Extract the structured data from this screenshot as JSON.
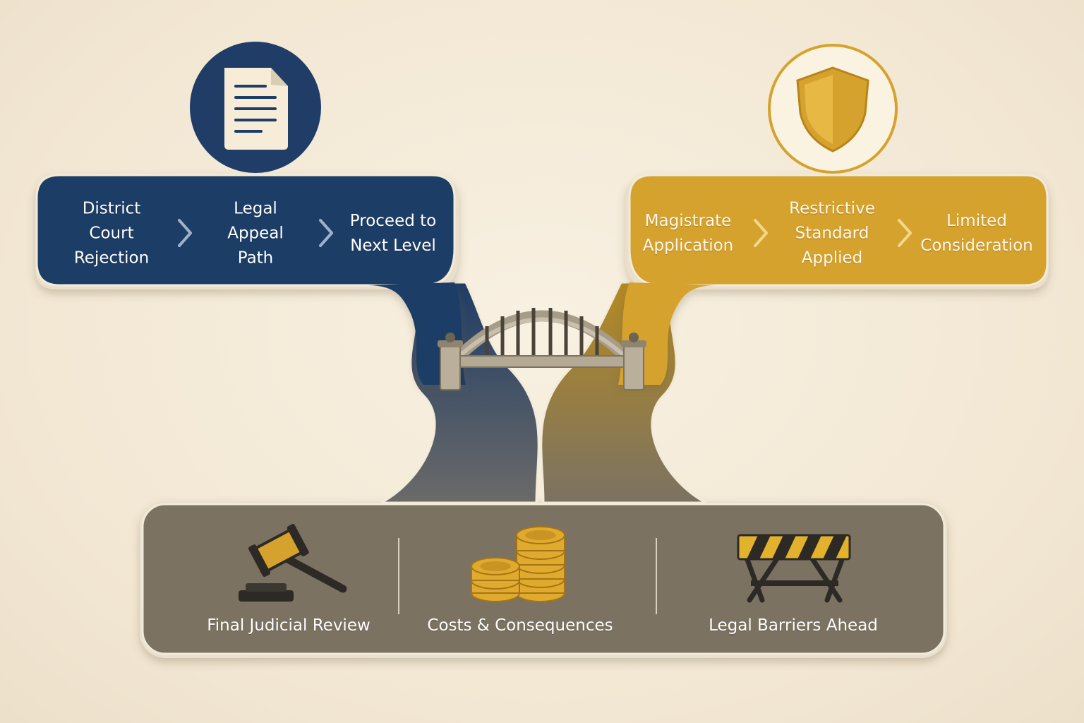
{
  "left_flow": {
    "color": "#1f3d66",
    "steps": [
      {
        "label": "District\nCourt\nRejection"
      },
      {
        "label": "Legal\nAppeal\nPath"
      },
      {
        "label": "Proceed to\nNext Level"
      }
    ],
    "icon": "document-icon"
  },
  "right_flow": {
    "color": "#d6a22e",
    "steps": [
      {
        "label": "Magistrate\nApplication"
      },
      {
        "label": "Restrictive\nStandard\nApplied"
      },
      {
        "label": "Limited\nConsideration"
      }
    ],
    "icon": "shield-icon"
  },
  "center_icon": "bridge-icon",
  "outcomes": {
    "color": "#7b7262",
    "items": [
      {
        "label": "Final Judicial Review",
        "icon": "gavel-icon"
      },
      {
        "label": "Costs & Consequences",
        "icon": "coins-icon"
      },
      {
        "label": "Legal Barriers Ahead",
        "icon": "barricade-icon"
      }
    ]
  }
}
